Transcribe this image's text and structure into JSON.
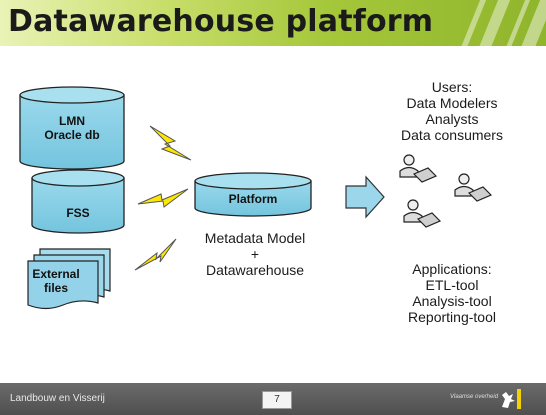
{
  "title": "Datawarehouse platform",
  "sources": [
    {
      "line1": "LMN",
      "line2": "Oracle db"
    },
    {
      "line1": "FSS"
    },
    {
      "line1": "External",
      "line2": "files"
    }
  ],
  "platform": {
    "label": "Platform",
    "caption": [
      "Metadata Model",
      "+",
      "Datawarehouse"
    ]
  },
  "users": {
    "lines": [
      "Users:",
      "Data Modelers",
      "Analysts",
      "Data consumers"
    ]
  },
  "applications": {
    "lines": [
      "Applications:",
      "ETL-tool",
      "Analysis-tool",
      "Reporting-tool"
    ]
  },
  "footer": {
    "left": "Landbouw en Visserij",
    "page": "7",
    "right": "Vlaamse overheid"
  },
  "colors": {
    "cylinder": "#8fd3e8",
    "cylinder_top": "#a8e0f0",
    "bolt": "#ffe800",
    "arrow": "#9bd6ea",
    "header": "#a5c73a"
  },
  "icons": [
    "lightning-bolt-icon",
    "block-arrow-right-icon",
    "user-computer-icon",
    "flemish-lion-logo"
  ]
}
